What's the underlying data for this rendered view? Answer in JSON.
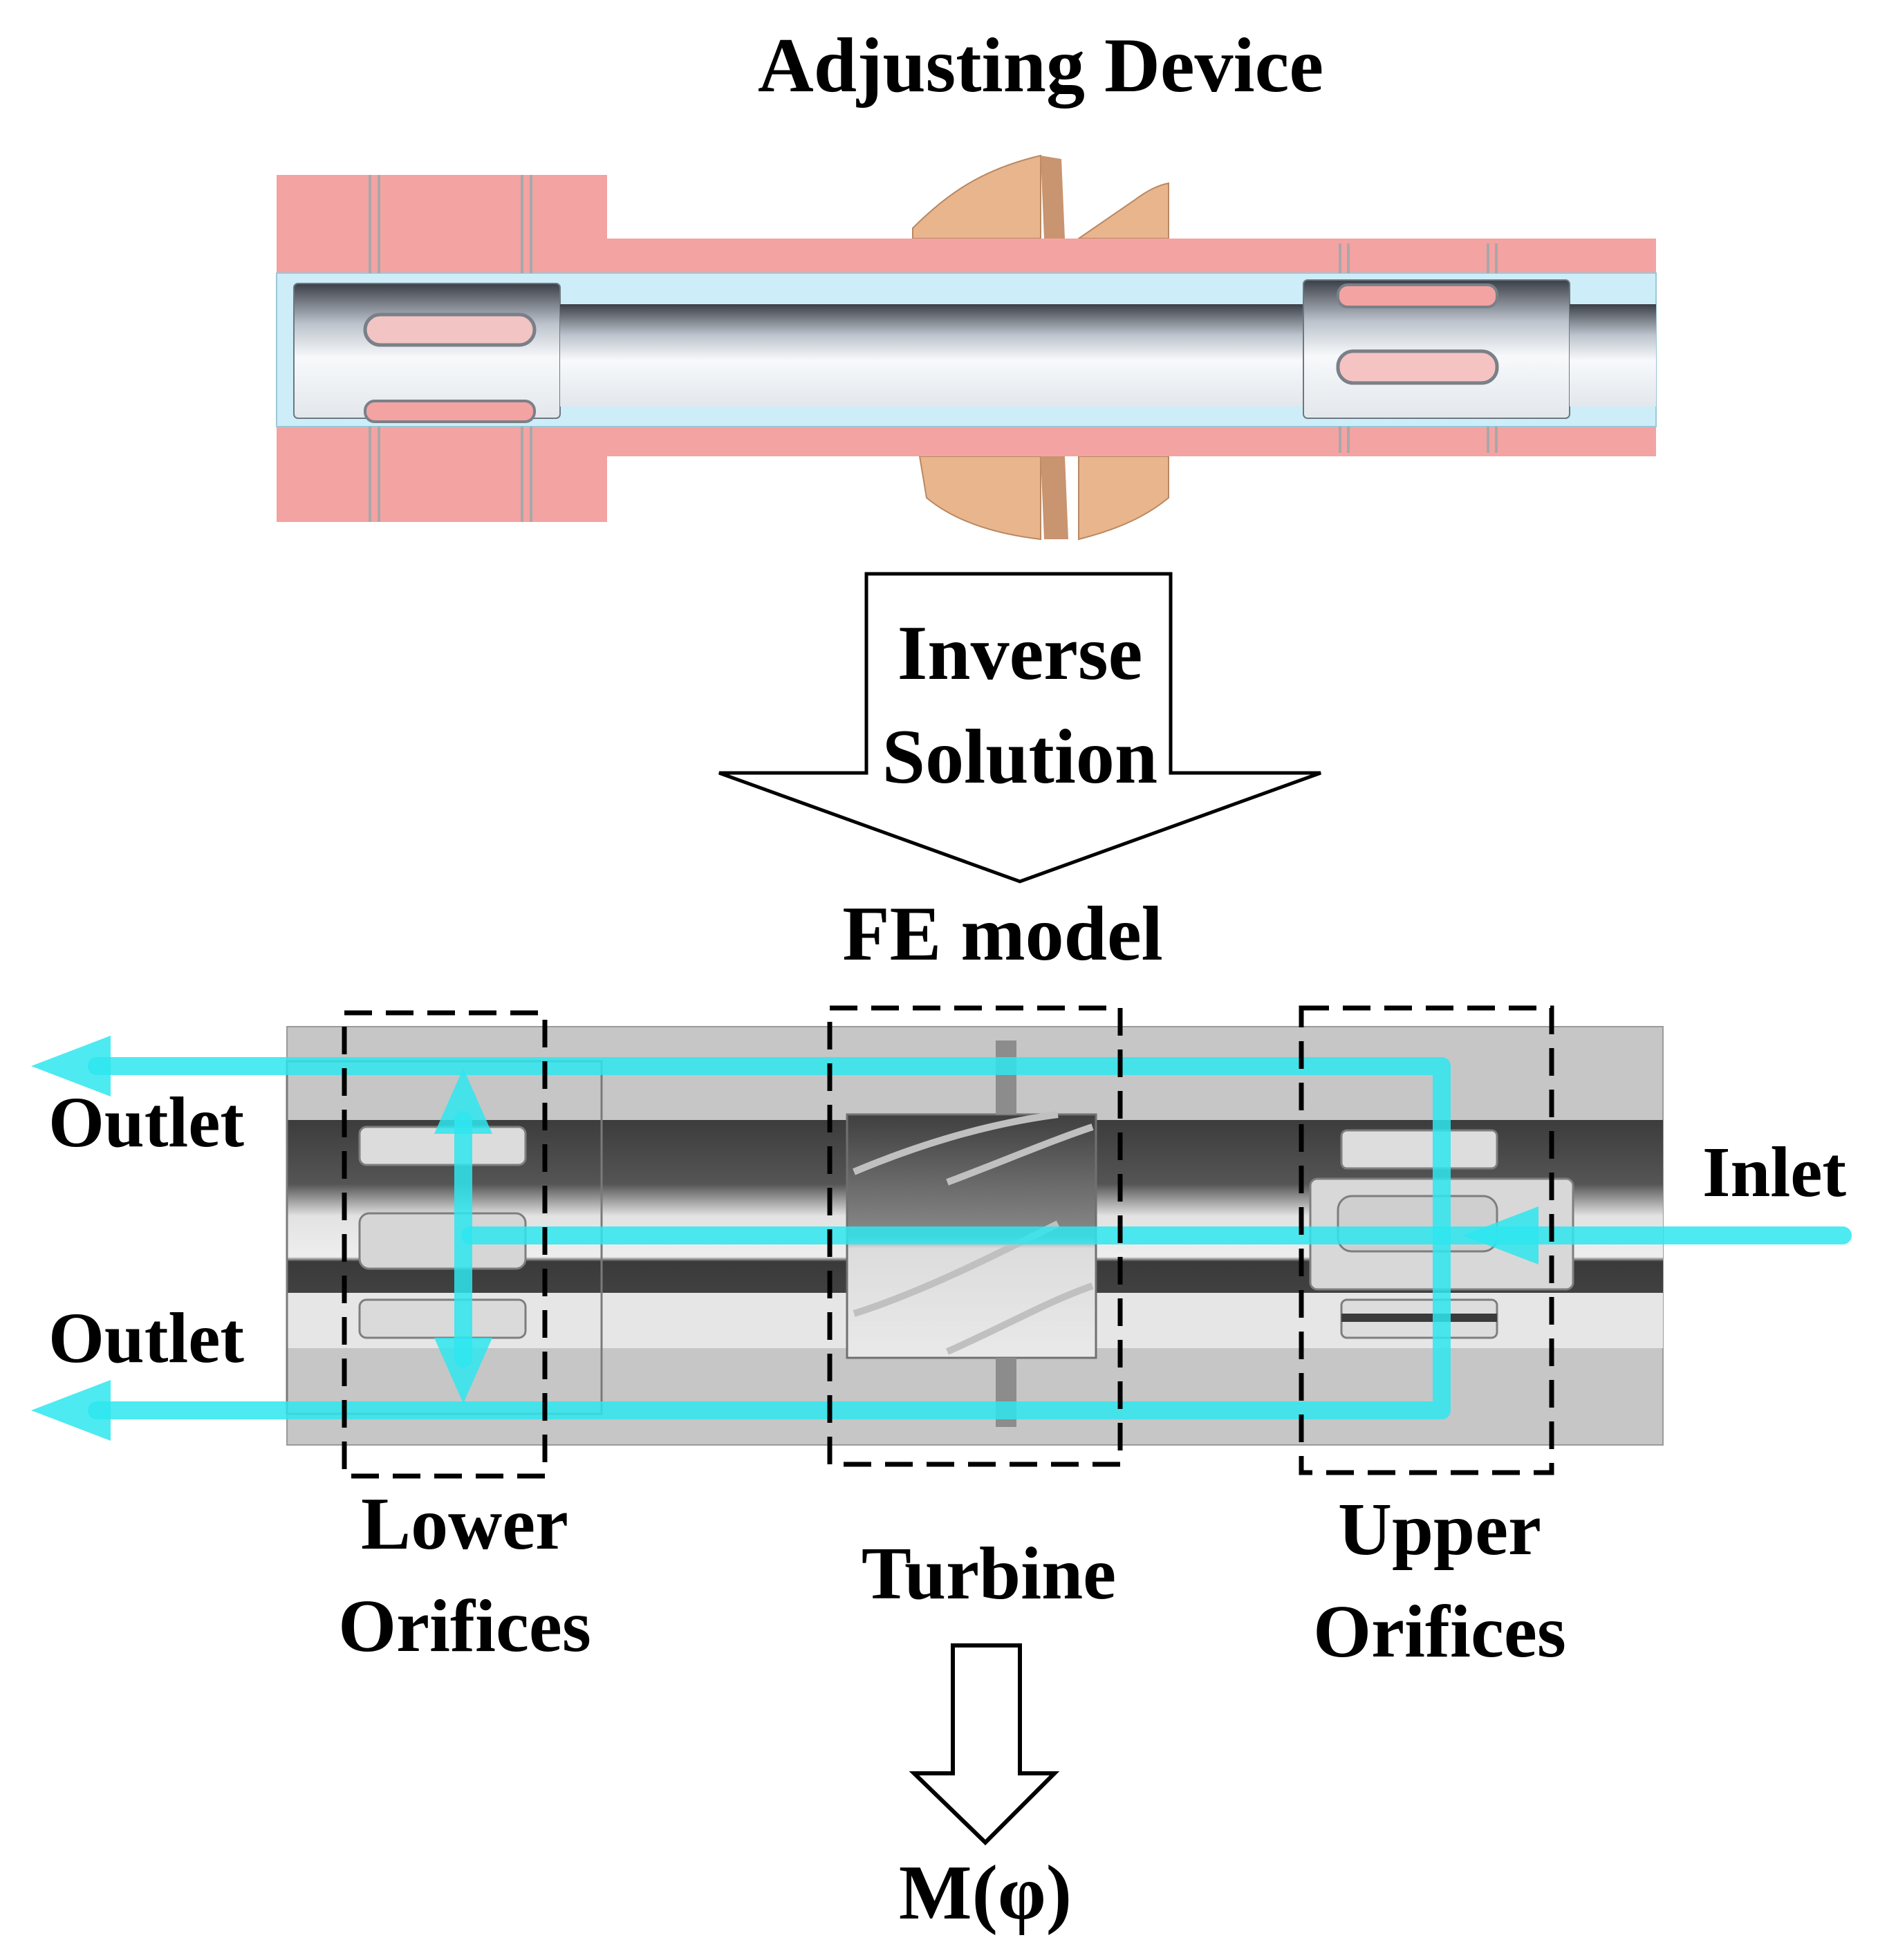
{
  "labels": {
    "title": "Adjusting Device",
    "inverse_line1": "Inverse",
    "inverse_line2": "Solution",
    "fe_model": "FE model",
    "outlet_top": "Outlet",
    "outlet_bottom": "Outlet",
    "inlet": "Inlet",
    "lower_line1": "Lower",
    "lower_line2": "Orifices",
    "turbine": "Turbine",
    "upper_line1": "Upper",
    "upper_line2": "Orifices",
    "moment": "M(φ)"
  },
  "colors": {
    "housing": "#f4a3a3",
    "bore": "#cdeef9",
    "blade": "#e9b58c",
    "flow": "#2ee6ee",
    "model_body": "#c6c6c6"
  }
}
